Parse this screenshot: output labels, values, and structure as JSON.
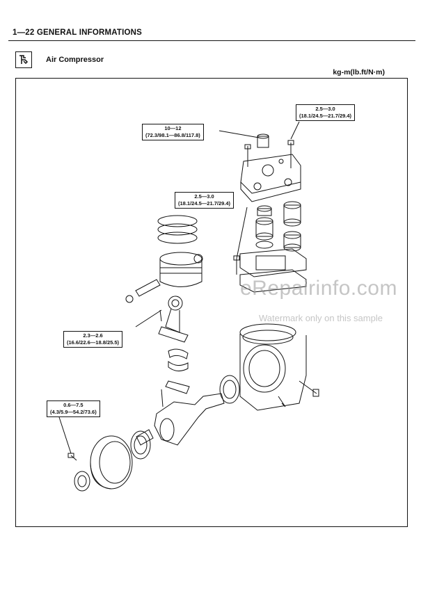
{
  "header": {
    "title": "1—22 GENERAL INFORMATIONS"
  },
  "section": {
    "title": "Air Compressor",
    "icon": "wrench-torque-icon"
  },
  "units": "kg-m(lb.ft/N·m)",
  "specs": {
    "cylinder_head_bolt": {
      "value": "2.5—3.0",
      "detail": "(18.1/24.5—21.7/29.4)"
    },
    "delivery_fitting": {
      "value": "10—12",
      "detail": "(72.3/98.1—86.8/117.8)"
    },
    "valve_plate_bolt": {
      "value": "2.5—3.0",
      "detail": "(18.1/24.5—21.7/29.4)"
    },
    "connecting_rod_bolt": {
      "value": "2.3—2.6",
      "detail": "(16.6/22.6—18.8/25.5)"
    },
    "end_cover_bolt": {
      "value": "0.6—7.5",
      "detail": "(4.3/5.9—54.2/73.6)"
    }
  },
  "watermark": {
    "main": "eRepairinfo.com",
    "sub": "Watermark only on this sample"
  }
}
